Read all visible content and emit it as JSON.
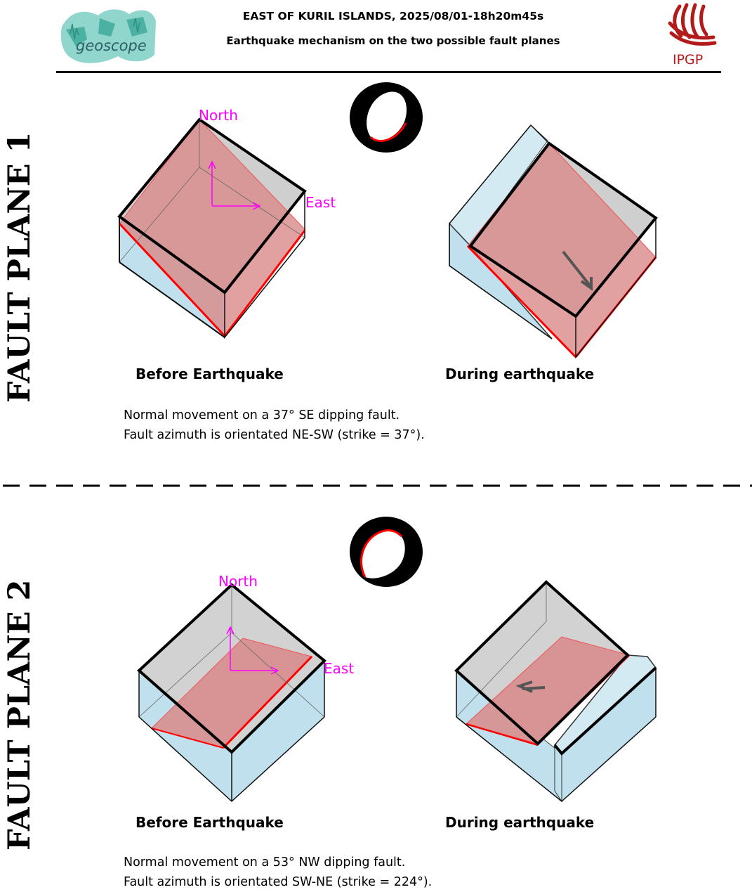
{
  "header": {
    "title": "EAST OF KURIL ISLANDS, 2025/08/01-18h20m45s",
    "subtitle": "Earthquake mechanism on the two possible fault planes",
    "left_logo_text": "geoscope",
    "right_logo_text": "IPGP"
  },
  "colors": {
    "fault_plane_fill": "#d98a8a",
    "fault_trace": "#ff0000",
    "top_block": "#c8c8c8",
    "side_block": "#bfe0ec",
    "direction_arrows": "#ff00ff",
    "geoscope_logo": "#5cbfb2",
    "ipgp_logo": "#b31b1b"
  },
  "panels": [
    {
      "side_label": "FAULT PLANE 1",
      "north_label": "North",
      "east_label": "East",
      "before_caption": "Before Earthquake",
      "during_caption": "During earthquake",
      "description_line1": "Normal movement on a 37° SE dipping fault.",
      "description_line2": "Fault azimuth is orientated NE-SW (strike = 37°)."
    },
    {
      "side_label": "FAULT PLANE 2",
      "north_label": "North",
      "east_label": "East",
      "before_caption": "Before Earthquake",
      "during_caption": "During earthquake",
      "description_line1": "Normal movement on a 53° NW dipping fault.",
      "description_line2": "Fault azimuth is orientated SW-NE (strike = 224°)."
    }
  ]
}
